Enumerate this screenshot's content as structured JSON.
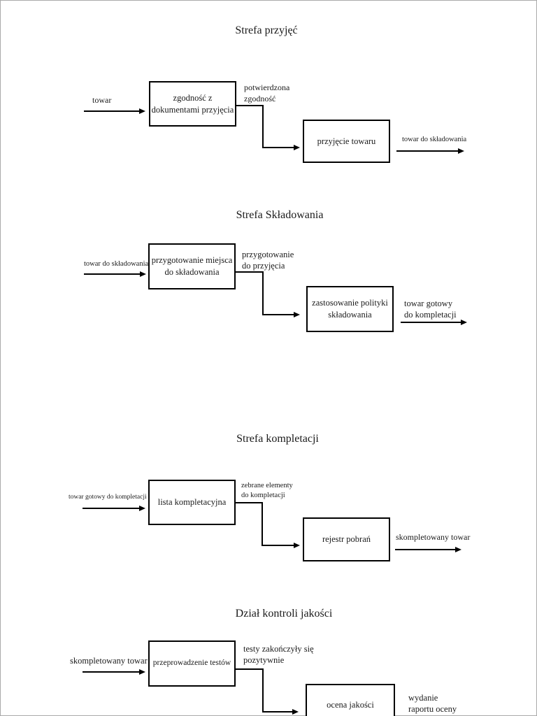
{
  "diagram": {
    "type": "process-flow",
    "language": "pl",
    "colors": {
      "line": "#000000",
      "background": "#ffffff",
      "text": "#1a1a1a"
    },
    "sections": [
      {
        "title": "Strefa przyjęć",
        "input_label": "towar",
        "box1": "zgodność z\ndokumentami przyjęcia",
        "connector_label": "potwierdzona\nzgodność",
        "box2": "przyjęcie towaru",
        "output_label": "towar do składowania"
      },
      {
        "title": "Strefa Składowania",
        "input_label": "towar do składowania",
        "box1": "przygotowanie miejsca\ndo składowania",
        "connector_label": "przygotowanie\ndo przyjęcia",
        "box2": "zastosowanie polityki\nskładowania",
        "output_label": "towar gotowy\ndo kompletacji"
      },
      {
        "title": "Strefa kompletacji",
        "input_label": "towar gotowy do kompletacji",
        "box1": "lista kompletacyjna",
        "connector_label": "zebrane elementy\ndo kompletacji",
        "box2": "rejestr pobrań",
        "output_label": "skompletowany towar"
      },
      {
        "title": "Dział kontroli jakości",
        "input_label": "skompletowany towar",
        "box1": "przeprowadzenie testów",
        "connector_label": "testy zakończyły się\npozytywnie",
        "box2": "ocena jakości",
        "output_label": "wydanie\nraportu oceny"
      }
    ]
  }
}
